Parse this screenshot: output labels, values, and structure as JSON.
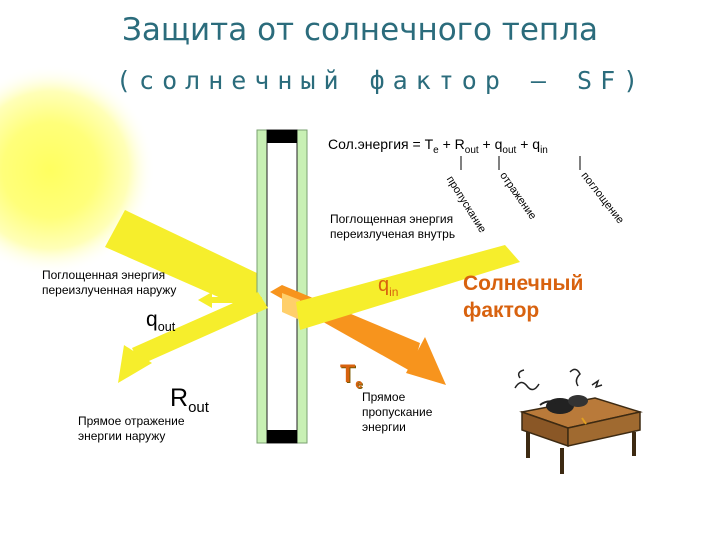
{
  "title": "Защита от солнечного тепла",
  "subtitle": "(солнечный фактор – SF)",
  "equation": {
    "prefix": "Сол.энергия = ",
    "te": "T",
    "te_sub": "e",
    "r": " + R",
    "r_sub": "out",
    "qo": " + q",
    "qo_sub": "out",
    "qi": " + q",
    "qi_sub": "in"
  },
  "rotated_labels": {
    "transmission": "пропускание",
    "reflection": "отражение",
    "absorption": "поглощение"
  },
  "absorbed_inside": "Поглощенная энергия\nпереизлученая внутрь",
  "absorbed_outside": "Поглощенная энергия\nпереизлученная наружу",
  "q_out": {
    "main": "q",
    "sub": "out"
  },
  "q_in": {
    "main": "q",
    "sub": "in"
  },
  "r_out": {
    "main": "R",
    "sub": "out"
  },
  "te": {
    "main": "T",
    "sub": "e"
  },
  "direct_reflection": "Прямое отражение\nэнергии наружу",
  "direct_transmission": "Прямое\nпропускание\nэнергии",
  "solar_factor": "Солнечный\nфактор",
  "colors": {
    "title": "#2b6c7c",
    "beam_yellow": "#f6ee2c",
    "beam_orange": "#f7941d",
    "glass_green": "#c8f0b4",
    "accent_orange": "#d8620f"
  }
}
